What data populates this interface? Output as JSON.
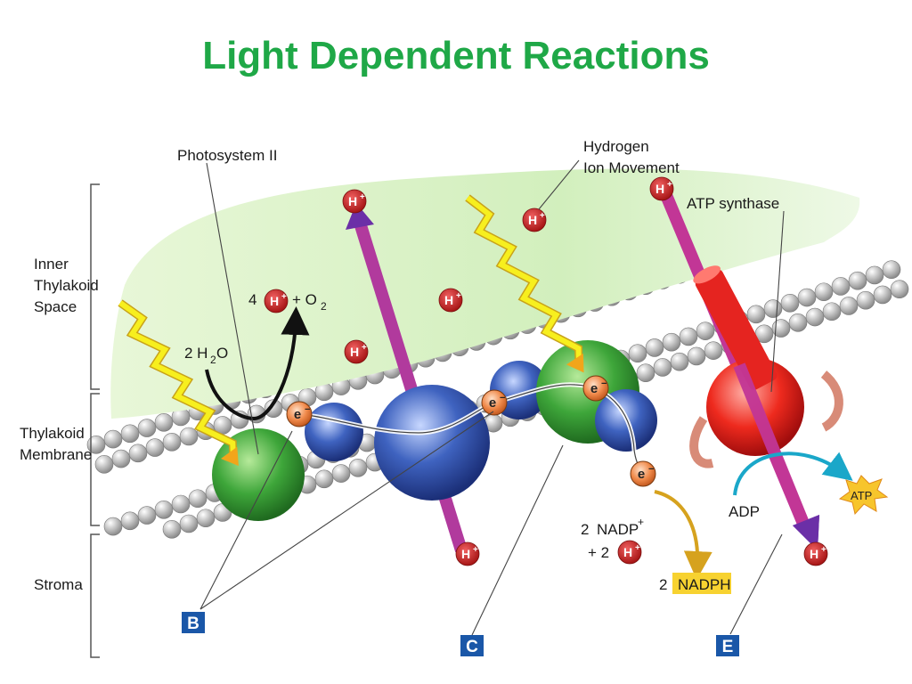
{
  "title": "Light Dependent Reactions",
  "labels": {
    "photosystem": "Photosystem II",
    "hydrogen_line1": "Hydrogen",
    "hydrogen_line2": "Ion Movement",
    "atp_synthase": "ATP synthase",
    "inner_line1": "Inner",
    "inner_line2": "Thylakoid",
    "inner_line3": "Space",
    "thylakoid_line1": "Thylakoid",
    "thylakoid_line2": "Membrane",
    "stroma": "Stroma",
    "adp": "ADP",
    "atp": "ATP",
    "nadph_prefix": "2",
    "nadph": "NADPH",
    "nadp_coef": "2",
    "nadp": "NADP",
    "plus_two": "+ 2",
    "water_coef": "2 H",
    "water_sub": "2",
    "water_o": "O",
    "four": "4",
    "plus_o": "+ O",
    "o_sub": "2",
    "hplus": "H",
    "eminus": "e",
    "letter_b": "B",
    "letter_c": "C",
    "letter_e": "E"
  },
  "colors": {
    "title": "#1fa847",
    "hion": "#cc2222",
    "electron": "#f08a4b",
    "photosystem": "#3ea63a",
    "carrier": "#2f4fa8",
    "atp_synthase": "#e82020",
    "nadph_box": "#f7d230",
    "letter_box": "#1a57a8"
  }
}
